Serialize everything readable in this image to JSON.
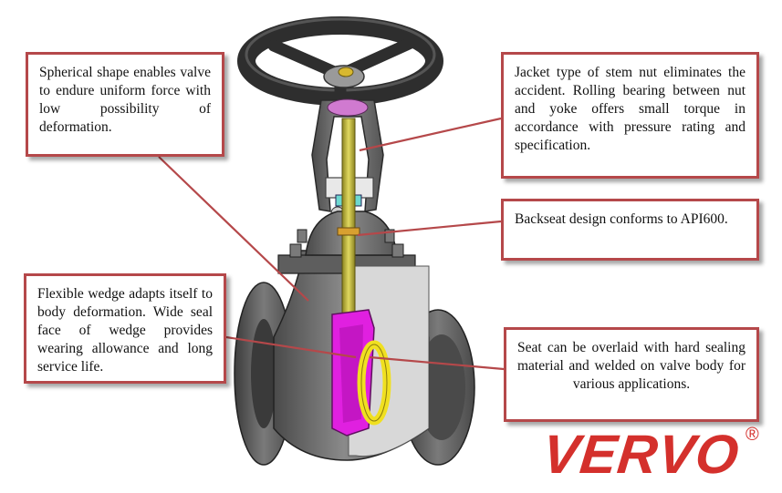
{
  "callouts": {
    "body": "Spherical shape enables valve to endure uniform force with low possibility of deformation.",
    "stem_nut": "Jacket type of stem nut eliminates the accident. Rolling bearing between nut and yoke offers small torque in accordance with pressure rating and specification.",
    "backseat": "Backseat design conforms to API600.",
    "wedge": "Flexible wedge adapts itself to body deformation. Wide seal face of wedge provides wearing allowance and long service life.",
    "seat": "Seat can be overlaid with hard sealing material and welded on valve body for various applications."
  },
  "brand": {
    "name": "VERVO",
    "registered_mark": "®"
  },
  "colors": {
    "callout_border": "#b5484a",
    "leader_line": "#b5484a",
    "brand": "#d4302c",
    "valve_body": "#6b6b6b",
    "stem": "#c9c23a",
    "wedge": "#e020e0",
    "seat": "#f0e020",
    "handwheel": "#3a3a3a"
  }
}
